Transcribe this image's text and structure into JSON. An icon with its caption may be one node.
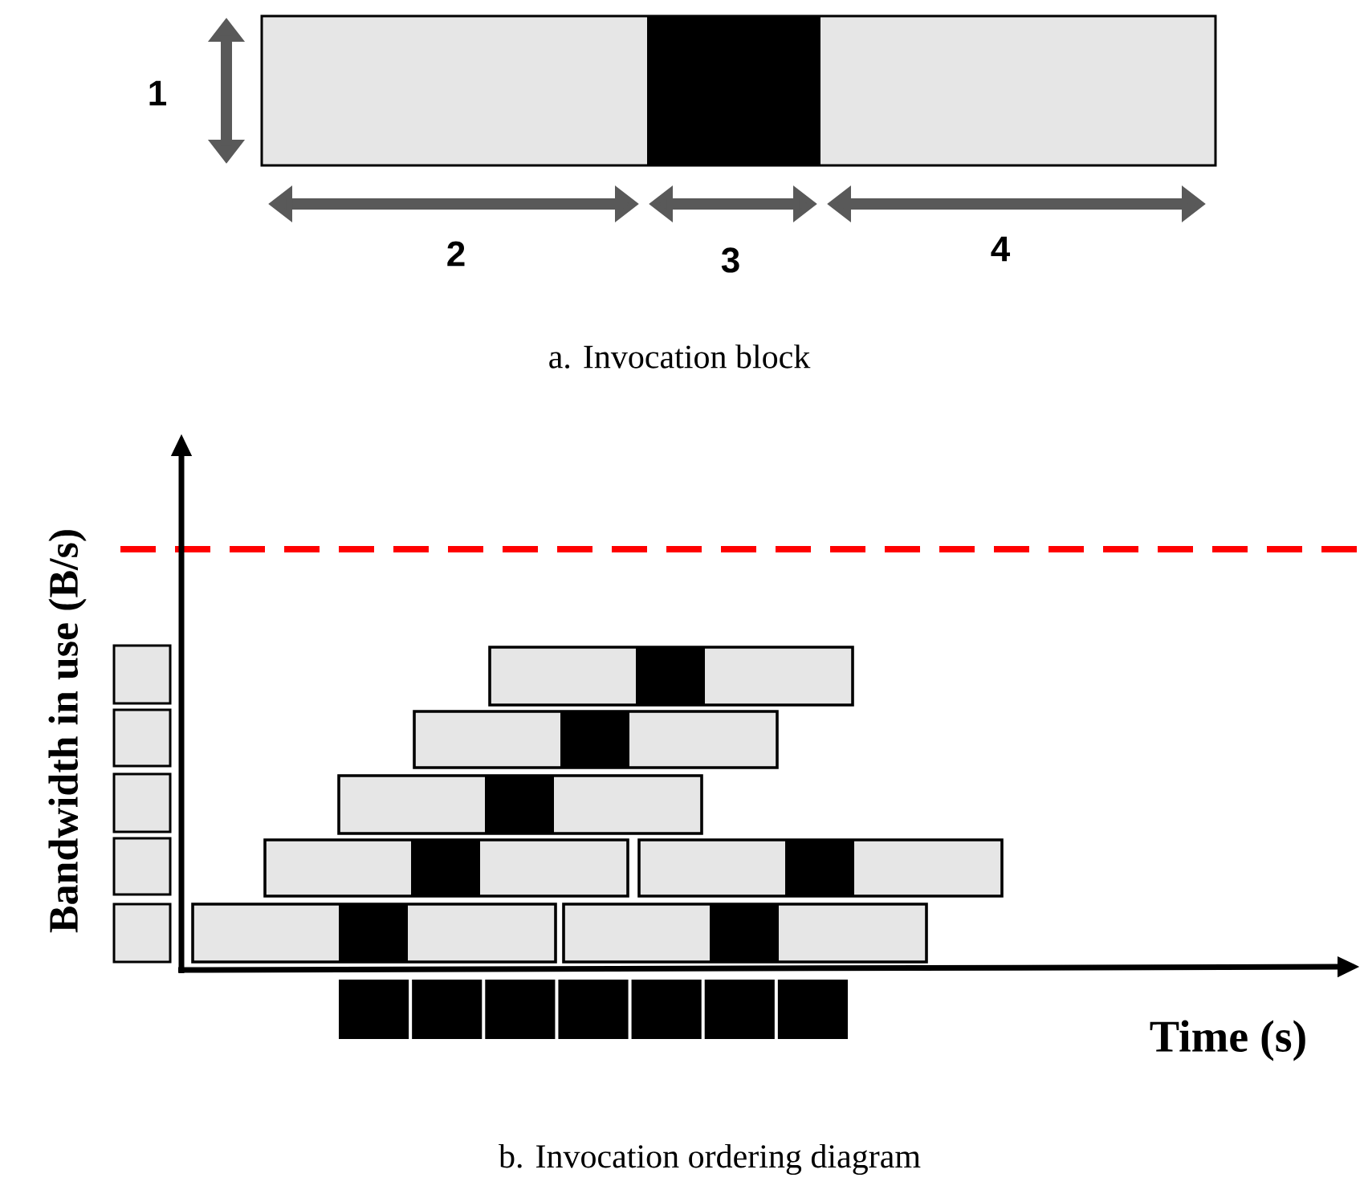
{
  "diagram": {
    "labels": [
      "1",
      "2",
      "3",
      "4",
      "a. Invocation block",
      "Bandwidth in use (B/s)",
      "Time (s)",
      "b. Invocation ordering diagram"
    ]
  }
}
